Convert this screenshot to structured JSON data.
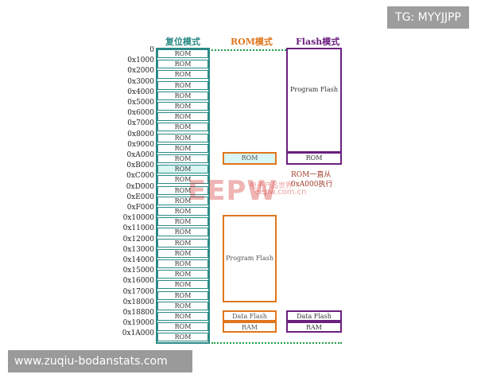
{
  "headers": {
    "reset": "复位模式",
    "rom": "ROM模式",
    "flash": "Flash模式"
  },
  "addresses": [
    "0",
    "0x1000",
    "0x2000",
    "0x3000",
    "0x4000",
    "0x5000",
    "0x6000",
    "0x7000",
    "0x8000",
    "0x9000",
    "0xA000",
    "0xB000",
    "0xC000",
    "0xD000",
    "0xE000",
    "0xF000",
    "0x10000",
    "0x11000",
    "0x12000",
    "0x13000",
    "0x14000",
    "0x15000",
    "0x16000",
    "0x17000",
    "0x18000",
    "0x18800",
    "0x19000",
    "0x1A000"
  ],
  "rom_cell_label": "ROM",
  "rom_mode": {
    "rom": "ROM",
    "program_flash": "Program Flash",
    "data_flash": "Data Flash",
    "ram": "RAM"
  },
  "flash_mode": {
    "program_flash": "Program Flash",
    "rom": "ROM",
    "note_line1": "ROM一直从",
    "note_line2": "0xA000执行",
    "data_flash": "Data Flash",
    "ram": "RAM"
  },
  "watermark": {
    "logo": "EEPW",
    "cn": "电子产品世界",
    "url": "eepw.com.cn"
  },
  "badge": "TG: MYYJJPP",
  "footer": "www.zuqiu-bodanstats.com",
  "colors": {
    "teal": "#2b8a86",
    "orange": "#e0761c",
    "purple": "#6b1f7e",
    "green": "#1f9b48"
  }
}
